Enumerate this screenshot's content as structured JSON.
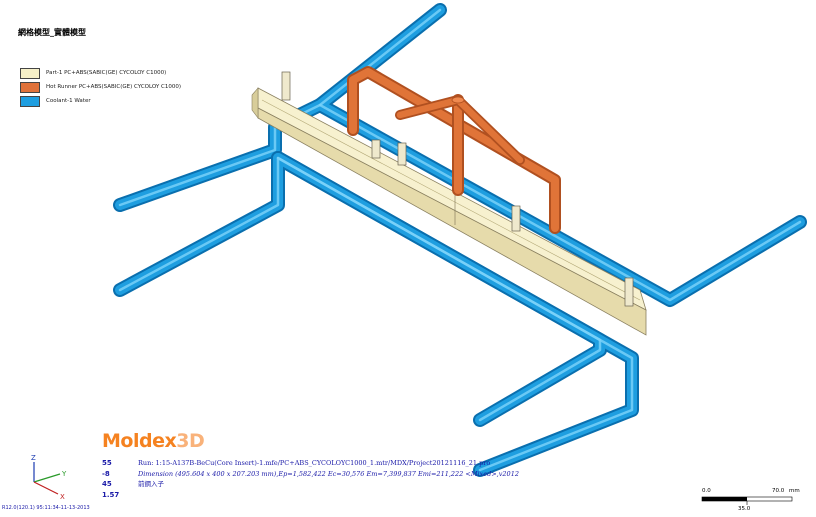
{
  "title": "網格模型_實體模型",
  "legend": [
    {
      "label": "Part-1 PC+ABS(SABIC(GE) CYCOLOY C1000)",
      "color": "#f6f0c8"
    },
    {
      "label": "Hot Runner PC+ABS(SABIC(GE) CYCOLOY C1000)",
      "color": "#e0723a"
    },
    {
      "label": "Coolant-1 Water",
      "color": "#1e9ee0"
    }
  ],
  "colors": {
    "coolant": "#1e9ee0",
    "coolant_dark": "#0a6fae",
    "part": "#efe6bc",
    "part_dark": "#c8bd8a",
    "runner": "#e07438",
    "runner_dark": "#b05020"
  },
  "logo": {
    "part1": "Moldex",
    "part2": "3D"
  },
  "axis": {
    "x": "X",
    "y": "Y",
    "z": "Z"
  },
  "view_values": [
    "55",
    "-8",
    "45",
    "1.57"
  ],
  "info": {
    "run": "Run: 1:15-A137B-BeCu(Core Insert)-1.mfe/PC+ABS_CYCOLOYC1000_1.mtr/MDX/Project20121116_21.pro",
    "dimension": "Dimension (495.604 x 400 x 207.203 mm),Ep=1,582,422 Ec=30,576 Em=7,399,837 Emi=211,222 <Mixed>,v2012",
    "note": "前鋼入子"
  },
  "status": "R12.0(120.1) 95:11:34-11-13-2013",
  "scale": {
    "left": "0.0",
    "right": "70.0",
    "unit": "mm",
    "mid": "35.0"
  }
}
